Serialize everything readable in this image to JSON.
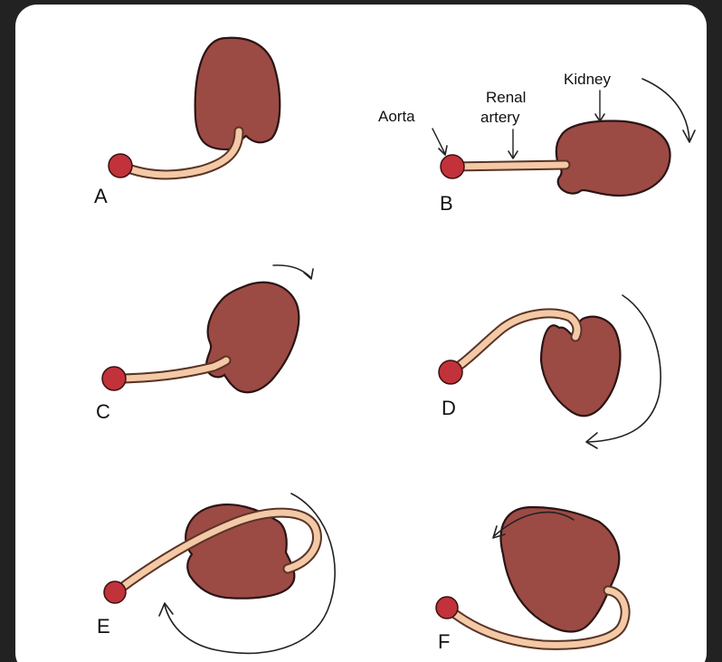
{
  "figure": {
    "colors": {
      "kidney": "#9c4a44",
      "kidney_outline": "#2a1414",
      "renal_artery_fill": "#f3c9a6",
      "renal_artery_outline": "#5a3426",
      "aorta": "#c1323a"
    },
    "panels": [
      {
        "label": "A",
        "kidney": "kidney-A",
        "artery": "renal-artery-A"
      },
      {
        "label": "B",
        "kidney": "kidney-B",
        "artery": "renal-artery-B"
      },
      {
        "label": "C",
        "kidney": "kidney-C",
        "artery": "renal-artery-C"
      },
      {
        "label": "D",
        "kidney": "kidney-D",
        "artery": "renal-artery-D"
      },
      {
        "label": "E",
        "kidney": "kidney-E",
        "artery": "renal-artery-E"
      },
      {
        "label": "F",
        "kidney": "kidney-F",
        "artery": "renal-artery-F"
      }
    ],
    "annotations": {
      "aorta": "Aorta",
      "renal_line1": "Renal",
      "renal_line2": "artery",
      "kidney": "Kidney"
    }
  }
}
